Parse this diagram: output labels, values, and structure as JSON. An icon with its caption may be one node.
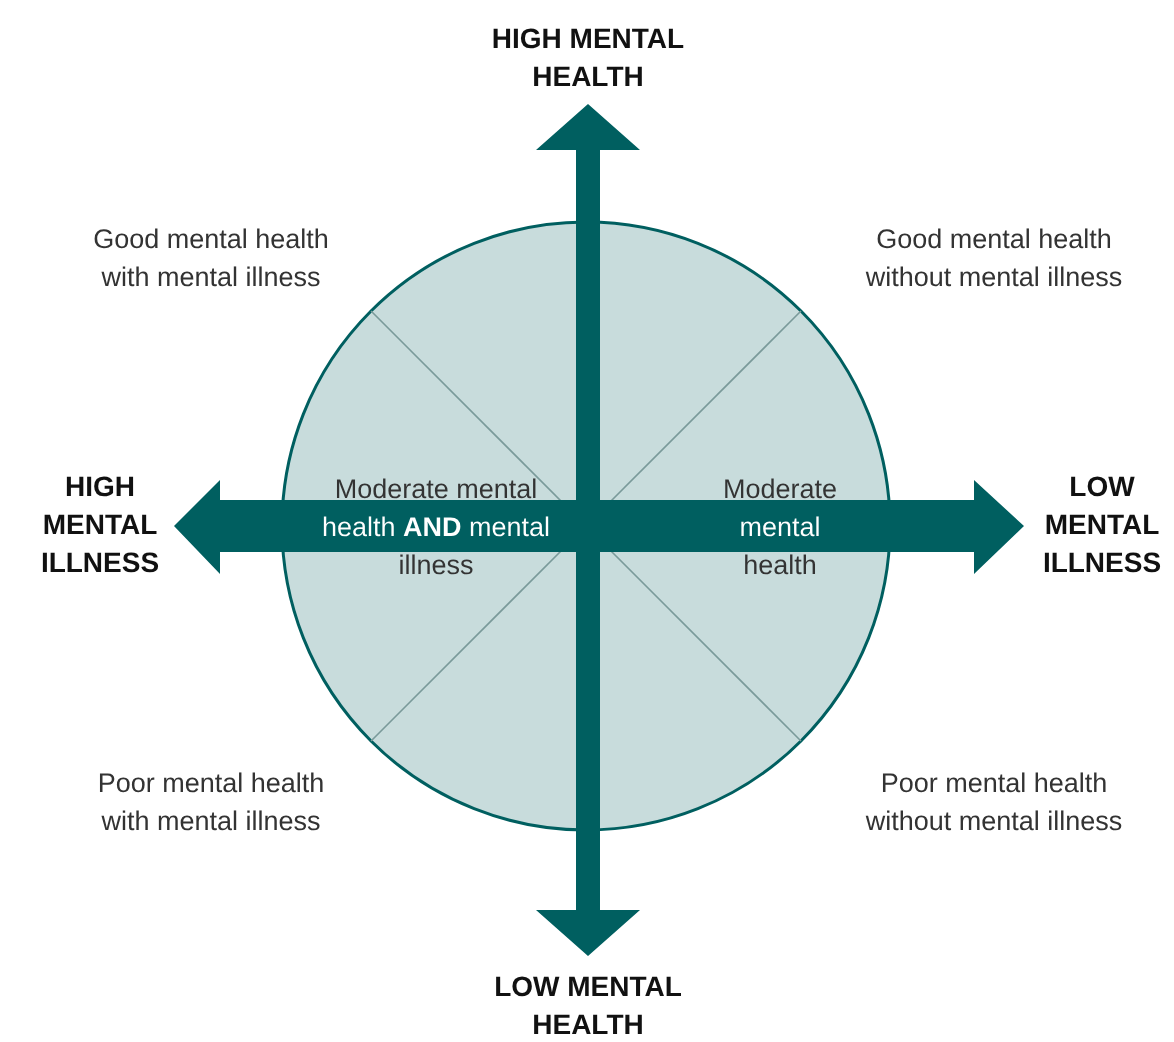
{
  "diagram": {
    "nodes": [
      {
        "text": [
          "Moderate mental health **AND** mental illness",
          "Moderate mental health"
        ]
      }
    ],
    "labels": [
      "HIGH MENTAL HEALTH",
      "Good mental health with mental illness",
      "Good mental health without mental illness",
      "HIGH MENTAL ILLNESS",
      "LOW MENTAL ILLNESS",
      "Poor mental health with mental illness",
      "Poor mental health without mental illness",
      "LOW MENTAL HEALTH"
    ]
  }
}
